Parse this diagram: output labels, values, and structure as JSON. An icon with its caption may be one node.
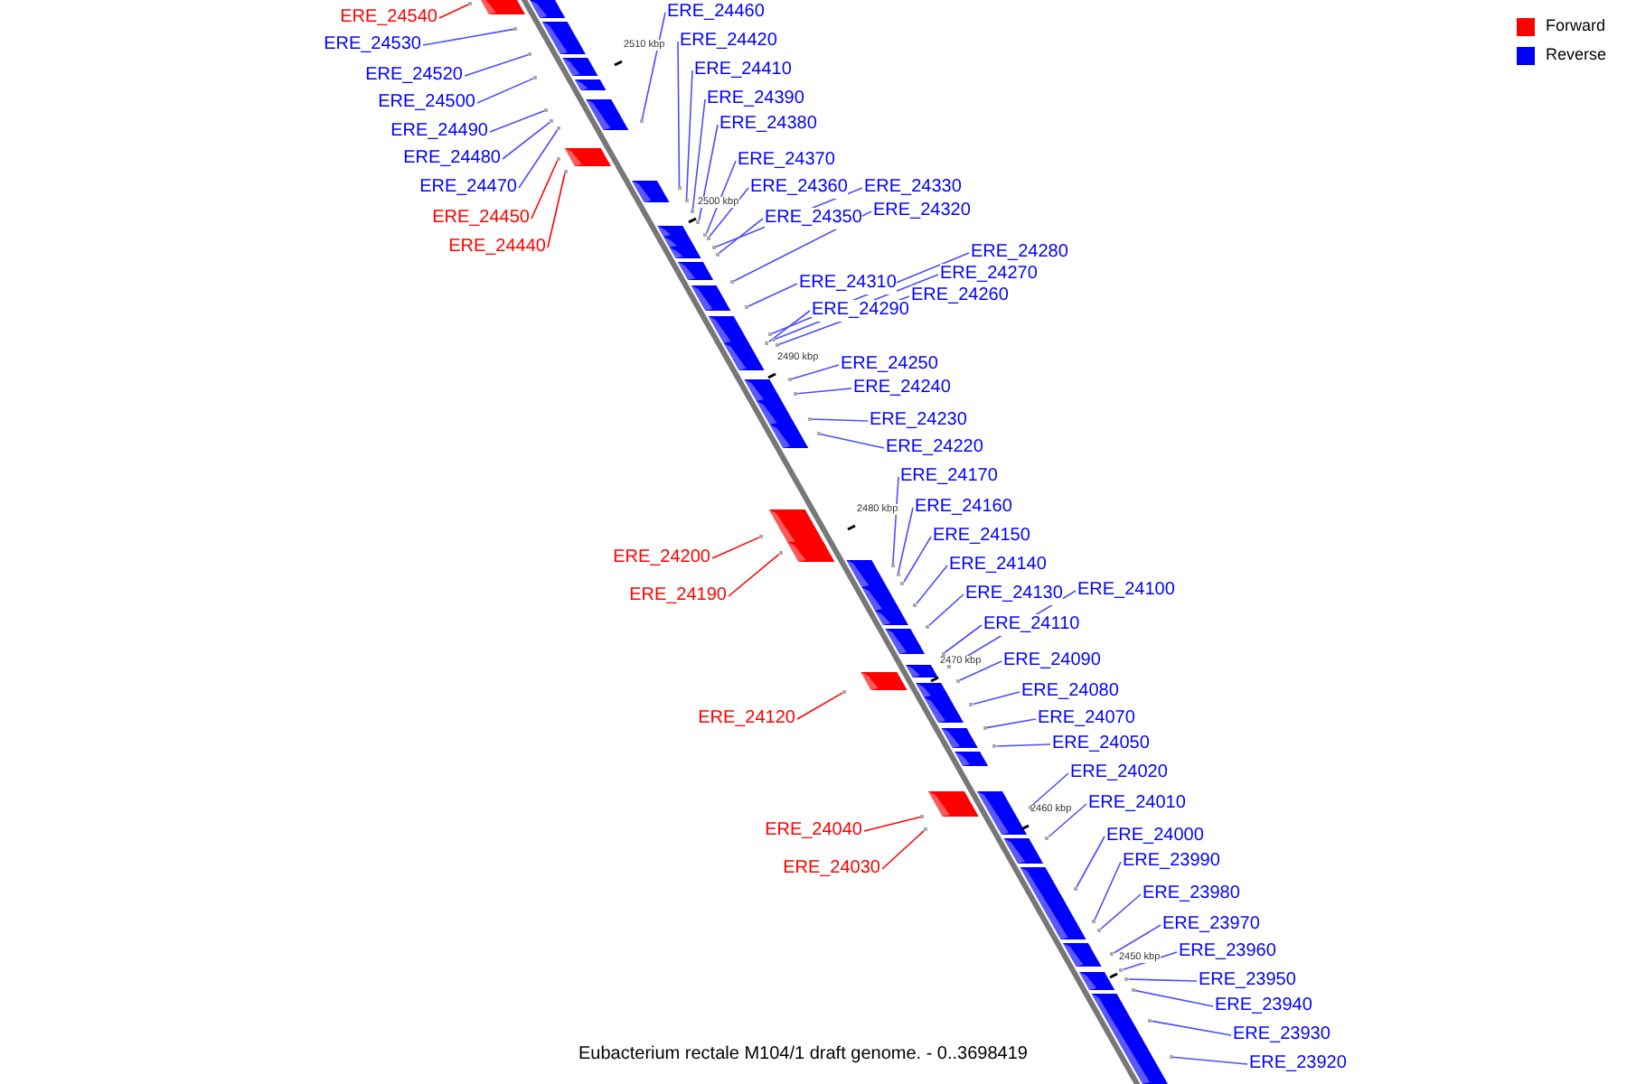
{
  "diagram": {
    "caption": "Eubacterium rectale M104/1 draft genome. - 0..3698419",
    "nodes": [
      {
        "text": [
          "ERE_24540"
        ]
      },
      {
        "text": [
          "ERE_24460"
        ]
      },
      {
        "text": [
          "ERE_24530"
        ]
      },
      {
        "text": [
          "ERE_24420"
        ]
      },
      {
        "text": [
          "ERE_24410"
        ]
      },
      {
        "text": [
          "ERE_24520"
        ]
      },
      {
        "text": [
          "ERE_24390"
        ]
      },
      {
        "text": [
          "ERE_24500"
        ]
      },
      {
        "text": [
          "ERE_24380"
        ]
      },
      {
        "text": [
          "ERE_24490"
        ]
      },
      {
        "text": [
          "ERE_24480"
        ]
      },
      {
        "text": [
          "ERE_24370"
        ]
      },
      {
        "text": [
          "ERE_24470"
        ]
      },
      {
        "text": [
          "ERE_24360"
        ]
      },
      {
        "text": [
          "ERE_24450"
        ]
      },
      {
        "text": [
          "ERE_24330"
        ]
      },
      {
        "text": [
          "ERE_24350"
        ]
      },
      {
        "text": [
          "ERE_24320"
        ]
      },
      {
        "text": [
          "ERE_24440"
        ]
      },
      {
        "text": [
          "ERE_24280"
        ]
      },
      {
        "text": [
          "ERE_24270"
        ]
      },
      {
        "text": [
          "ERE_24310"
        ]
      },
      {
        "text": [
          "ERE_24260"
        ]
      },
      {
        "text": [
          "ERE_24290"
        ]
      },
      {
        "text": [
          "ERE_24250"
        ]
      },
      {
        "text": [
          "ERE_24240"
        ]
      },
      {
        "text": [
          "ERE_24230"
        ]
      },
      {
        "text": [
          "ERE_24220"
        ]
      },
      {
        "text": [
          "ERE_24170"
        ]
      },
      {
        "text": [
          "ERE_24160"
        ]
      },
      {
        "text": [
          "ERE_24150"
        ]
      },
      {
        "text": [
          "ERE_24140"
        ]
      },
      {
        "text": [
          "ERE_24200"
        ]
      },
      {
        "text": [
          "ERE_24130"
        ]
      },
      {
        "text": [
          "ERE_24100"
        ]
      },
      {
        "text": [
          "ERE_24190"
        ]
      },
      {
        "text": [
          "ERE_24110"
        ]
      },
      {
        "text": [
          "ERE_24090"
        ]
      },
      {
        "text": [
          "ERE_24080"
        ]
      },
      {
        "text": [
          "ERE_24120"
        ]
      },
      {
        "text": [
          "ERE_24070"
        ]
      },
      {
        "text": [
          "ERE_24050"
        ]
      },
      {
        "text": [
          "ERE_24020"
        ]
      },
      {
        "text": [
          "ERE_24010"
        ]
      },
      {
        "text": [
          "ERE_24040"
        ]
      },
      {
        "text": [
          "ERE_24000"
        ]
      },
      {
        "text": [
          "ERE_23990"
        ]
      },
      {
        "text": [
          "ERE_24030"
        ]
      },
      {
        "text": [
          "ERE_23980"
        ]
      },
      {
        "text": [
          "ERE_23970"
        ]
      },
      {
        "text": [
          "ERE_23960"
        ]
      },
      {
        "text": [
          "ERE_23950"
        ]
      },
      {
        "text": [
          "ERE_23940"
        ]
      },
      {
        "text": [
          "ERE_23930"
        ]
      },
      {
        "text": [
          "ERE_23920"
        ]
      },
      {
        "text": [],
        "shape": "box"
      },
      {
        "text": [],
        "shape": "box"
      },
      {
        "text": [],
        "shape": "box"
      },
      {
        "text": [],
        "shape": "box"
      },
      {
        "text": [],
        "shape": "box"
      },
      {
        "text": [],
        "shape": "box"
      },
      {
        "text": [],
        "shape": "box"
      },
      {
        "text": [],
        "shape": "box"
      },
      {
        "text": [],
        "shape": "box"
      },
      {
        "text": [],
        "shape": "box"
      },
      {
        "text": [],
        "shape": "box"
      },
      {
        "text": [],
        "shape": "box"
      },
      {
        "text": [],
        "shape": "box"
      },
      {
        "text": [],
        "shape": "box"
      },
      {
        "text": [],
        "shape": "box"
      },
      {
        "text": [],
        "shape": "box"
      },
      {
        "text": [],
        "shape": "box"
      },
      {
        "text": [],
        "shape": "box"
      },
      {
        "text": [],
        "shape": "box"
      },
      {
        "text": [],
        "shape": "box"
      },
      {
        "text": [],
        "shape": "box"
      },
      {
        "text": [],
        "shape": "box"
      },
      {
        "text": [],
        "shape": "box"
      },
      {
        "text": [],
        "shape": "box"
      },
      {
        "text": [],
        "shape": "box"
      },
      {
        "text": [],
        "shape": "box"
      },
      {
        "text": [],
        "shape": "box"
      },
      {
        "text": [],
        "shape": "box"
      },
      {
        "text": [],
        "shape": "box"
      },
      {
        "text": [],
        "shape": "box"
      },
      {
        "text": [],
        "shape": "box"
      },
      {
        "text": [],
        "shape": "box"
      },
      {
        "text": [],
        "shape": "box"
      },
      {
        "text": [],
        "shape": "box"
      },
      {
        "text": [],
        "shape": "box"
      },
      {
        "text": [],
        "shape": "box"
      },
      {
        "text": [],
        "shape": "box"
      },
      {
        "text": [],
        "shape": "box"
      },
      {
        "text": [],
        "shape": "box"
      },
      {
        "text": [],
        "shape": "box"
      },
      {
        "text": [],
        "shape": "box"
      },
      {
        "text": [],
        "shape": "box"
      },
      {
        "text": [],
        "shape": "box"
      },
      {
        "text": [],
        "shape": "box"
      },
      {
        "text": [],
        "shape": "box"
      },
      {
        "text": [],
        "shape": "box"
      },
      {
        "text": [],
        "shape": "box"
      },
      {
        "text": [],
        "shape": "box"
      },
      {
        "text": [],
        "shape": "box"
      },
      {
        "text": [],
        "shape": "box"
      },
      {
        "text": [],
        "shape": "box"
      },
      {
        "text": [],
        "shape": "box"
      },
      {
        "text": [],
        "shape": "box"
      },
      {
        "text": [],
        "shape": "box"
      },
      {
        "text": [],
        "shape": "box"
      }
    ],
    "edges": [
      {
        "from": 0,
        "to": 55,
        "arrow": "none",
        "color": "#ff0000"
      },
      {
        "from": 1,
        "to": 56,
        "arrow": "none"
      },
      {
        "from": 2,
        "to": 57,
        "arrow": "none"
      },
      {
        "from": 3,
        "to": 58,
        "arrow": "none"
      },
      {
        "from": 4,
        "to": 59,
        "arrow": "none"
      },
      {
        "from": 5,
        "to": 60,
        "arrow": "none"
      },
      {
        "from": 6,
        "to": 61,
        "arrow": "none"
      },
      {
        "from": 7,
        "to": 62,
        "arrow": "none"
      },
      {
        "from": 8,
        "to": 63,
        "arrow": "none"
      },
      {
        "from": 9,
        "to": 64,
        "arrow": "none"
      },
      {
        "from": 10,
        "to": 65,
        "arrow": "none"
      },
      {
        "from": 11,
        "to": 66,
        "arrow": "none"
      },
      {
        "from": 12,
        "to": 67,
        "arrow": "none"
      },
      {
        "from": 13,
        "to": 68,
        "arrow": "none"
      },
      {
        "from": 14,
        "to": 69,
        "arrow": "none",
        "color": "#ff0000"
      },
      {
        "from": 15,
        "to": 70,
        "arrow": "none"
      },
      {
        "from": 16,
        "to": 71,
        "arrow": "none"
      },
      {
        "from": 17,
        "to": 72,
        "arrow": "none"
      },
      {
        "from": 18,
        "to": 73,
        "arrow": "none",
        "color": "#ff0000"
      },
      {
        "from": 19,
        "to": 74,
        "arrow": "none"
      },
      {
        "from": 20,
        "to": 75,
        "arrow": "none"
      },
      {
        "from": 21,
        "to": 76,
        "arrow": "none"
      },
      {
        "from": 22,
        "to": 77,
        "arrow": "none"
      },
      {
        "from": 23,
        "to": 78,
        "arrow": "none"
      },
      {
        "from": 24,
        "to": 79,
        "arrow": "none"
      },
      {
        "from": 25,
        "to": 80,
        "arrow": "none"
      },
      {
        "from": 26,
        "to": 81,
        "arrow": "none"
      },
      {
        "from": 27,
        "to": 82,
        "arrow": "none"
      },
      {
        "from": 28,
        "to": 83,
        "arrow": "none"
      },
      {
        "from": 29,
        "to": 84,
        "arrow": "none"
      },
      {
        "from": 30,
        "to": 85,
        "arrow": "none"
      },
      {
        "from": 31,
        "to": 86,
        "arrow": "none"
      },
      {
        "from": 32,
        "to": 87,
        "arrow": "none",
        "color": "#ff0000"
      },
      {
        "from": 33,
        "to": 88,
        "arrow": "none"
      },
      {
        "from": 34,
        "to": 89,
        "arrow": "none"
      },
      {
        "from": 35,
        "to": 90,
        "arrow": "none",
        "color": "#ff0000"
      },
      {
        "from": 36,
        "to": 91,
        "arrow": "none"
      },
      {
        "from": 37,
        "to": 92,
        "arrow": "none"
      },
      {
        "from": 38,
        "to": 93,
        "arrow": "none"
      },
      {
        "from": 39,
        "to": 94,
        "arrow": "none",
        "color": "#ff0000"
      },
      {
        "from": 40,
        "to": 95,
        "arrow": "none"
      },
      {
        "from": 41,
        "to": 96,
        "arrow": "none"
      },
      {
        "from": 42,
        "to": 97,
        "arrow": "none"
      },
      {
        "from": 43,
        "to": 98,
        "arrow": "none"
      },
      {
        "from": 44,
        "to": 99,
        "arrow": "none",
        "color": "#ff0000"
      },
      {
        "from": 45,
        "to": 100,
        "arrow": "none"
      },
      {
        "from": 46,
        "to": 101,
        "arrow": "none"
      },
      {
        "from": 47,
        "to": 102,
        "arrow": "none",
        "color": "#ff0000"
      },
      {
        "from": 48,
        "to": 103,
        "arrow": "none"
      },
      {
        "from": 49,
        "to": 104,
        "arrow": "none"
      },
      {
        "from": 50,
        "to": 105,
        "arrow": "none"
      },
      {
        "from": 51,
        "to": 106,
        "arrow": "none"
      },
      {
        "from": 52,
        "to": 107,
        "arrow": "none"
      },
      {
        "from": 53,
        "to": 108,
        "arrow": "none"
      },
      {
        "from": 54,
        "to": 109,
        "arrow": "none"
      }
    ],
    "labels": [
      "2510 kbp",
      "2500 kbp",
      "2490 kbp",
      "2480 kbp",
      "2470 kbp",
      "2460 kbp",
      "2450 kbp"
    ],
    "legend": [
      {
        "text": "Forward",
        "color": "#ff0000"
      },
      {
        "text": "Reverse",
        "color": "#0000ff"
      }
    ]
  }
}
